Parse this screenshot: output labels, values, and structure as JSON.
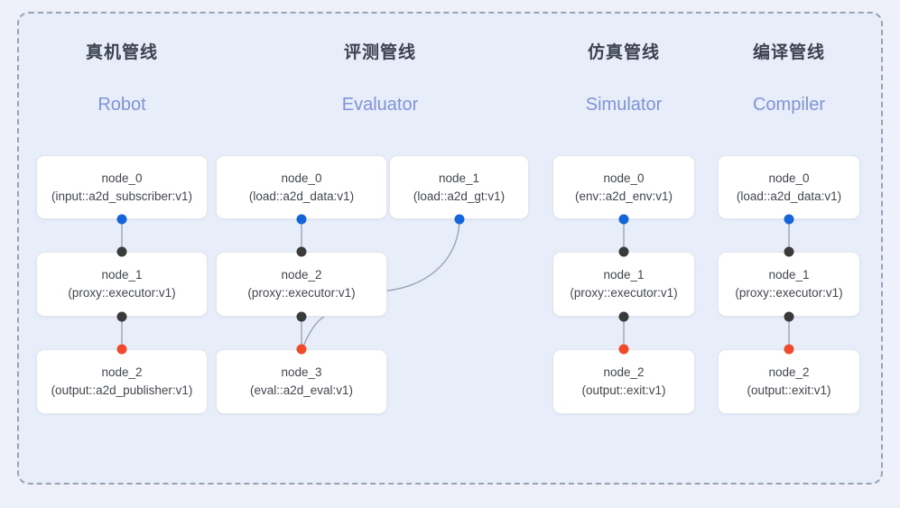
{
  "panel": {
    "background_color": "#e7edf9",
    "border_color": "#9aa2b1",
    "page_background": "#eef1f9"
  },
  "legend_colors": {
    "input_port": "#1565d8",
    "neutral_port": "#3a3a3a",
    "output_port": "#ef4a2b",
    "subtitle_text": "#8094d6",
    "title_text": "#3c4250",
    "edge_stroke": "#9ba3b4"
  },
  "columns": [
    {
      "title": "真机管线",
      "subtitle": "Robot",
      "nodes": [
        {
          "name": "node_0",
          "type": "(input::a2d_subscriber:v1)"
        },
        {
          "name": "node_1",
          "type": "(proxy::executor:v1)"
        },
        {
          "name": "node_2",
          "type": "(output::a2d_publisher:v1)"
        }
      ]
    },
    {
      "title": "评测管线",
      "subtitle": "Evaluator",
      "nodes": [
        {
          "name": "node_0",
          "type": "(load::a2d_data:v1)"
        },
        {
          "name": "node_1",
          "type": "(load::a2d_gt:v1)"
        },
        {
          "name": "node_2",
          "type": "(proxy::executor:v1)"
        },
        {
          "name": "node_3",
          "type": "(eval::a2d_eval:v1)"
        }
      ]
    },
    {
      "title": "仿真管线",
      "subtitle": "Simulator",
      "nodes": [
        {
          "name": "node_0",
          "type": "(env::a2d_env:v1)"
        },
        {
          "name": "node_1",
          "type": "(proxy::executor:v1)"
        },
        {
          "name": "node_2",
          "type": "(output::exit:v1)"
        }
      ]
    },
    {
      "title": "编译管线",
      "subtitle": "Compiler",
      "nodes": [
        {
          "name": "node_0",
          "type": "(load::a2d_data:v1)"
        },
        {
          "name": "node_1",
          "type": "(proxy::executor:v1)"
        },
        {
          "name": "node_2",
          "type": "(output::exit:v1)"
        }
      ]
    }
  ]
}
